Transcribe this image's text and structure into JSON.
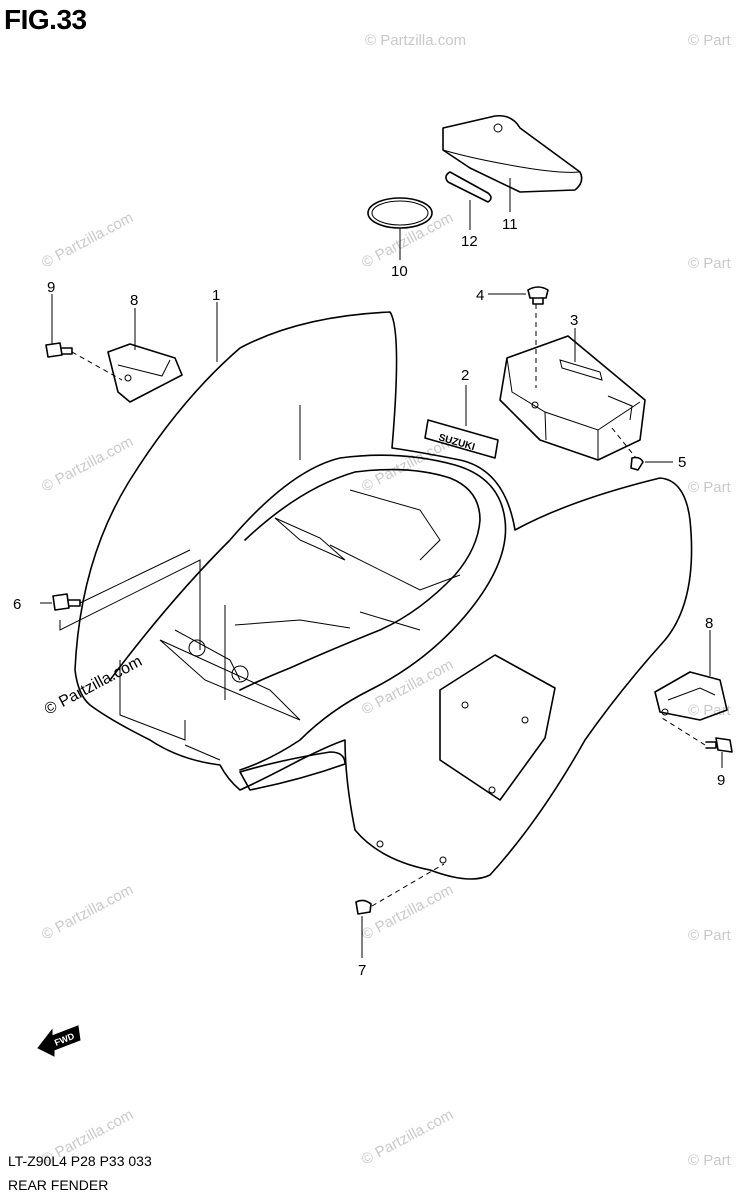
{
  "figure": {
    "title": "FIG.33",
    "model_code": "LT-Z90L4  P28  P33  033",
    "section_name": "REAR FENDER"
  },
  "watermark": {
    "text": "© Partzilla.com",
    "text_partial": "© Part",
    "color": "#c9c9c9"
  },
  "callouts": {
    "c1": "1",
    "c2": "2",
    "c3": "3",
    "c4": "4",
    "c5": "5",
    "c6": "6",
    "c7": "7",
    "c8a": "8",
    "c8b": "8",
    "c9a": "9",
    "c9b": "9",
    "c10": "10",
    "c11": "11",
    "c12": "12"
  },
  "decal_text": "SUZUKI",
  "fwd_arrow": {
    "label": "FWD",
    "icon": "fwd-arrow-icon"
  }
}
